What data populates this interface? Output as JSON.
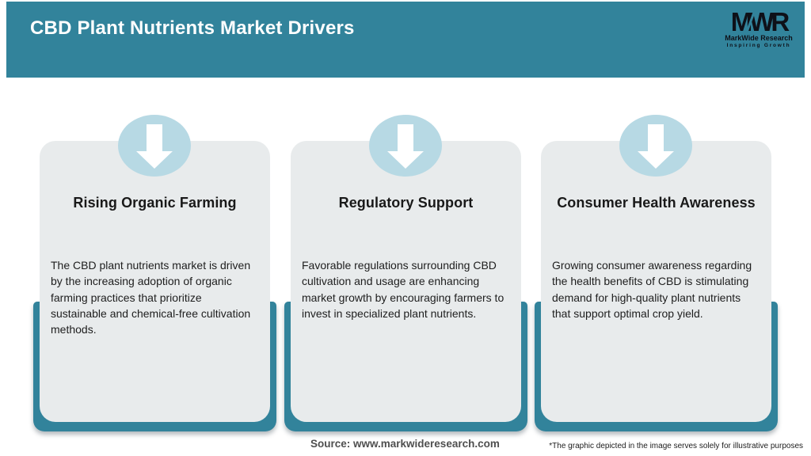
{
  "header": {
    "title": "CBD Plant Nutrients Market Drivers",
    "logo": {
      "mark": "MWR",
      "name": "MarkWide Research",
      "tagline": "Inspiring Growth"
    }
  },
  "cards": [
    {
      "icon": "arrow-down-icon",
      "title": "Rising Organic Farming",
      "body": "The CBD plant nutrients market is driven\nby the increasing adoption of organic\nfarming practices that prioritize\nsustainable and chemical-free cultivation\nmethods."
    },
    {
      "icon": "arrow-down-icon",
      "title": "Regulatory Support",
      "body": "Favorable regulations surrounding CBD\ncultivation and usage are enhancing\nmarket growth by encouraging farmers to\ninvest in specialized plant nutrients."
    },
    {
      "icon": "arrow-down-icon",
      "title": "Consumer Health Awareness",
      "body": "Growing consumer awareness regarding\nthe health benefits of CBD is stimulating\ndemand for high-quality plant nutrients\nthat support optimal crop yield."
    }
  ],
  "footer": {
    "source": "Source: www.markwideresearch.com",
    "disclaimer": "*The graphic depicted in the image serves solely for illustrative purposes"
  },
  "colors": {
    "header_teal": "#32839b",
    "card_gray": "#e8ebec",
    "circle_blue": "#b7d9e4",
    "arrow_white": "#ffffff",
    "logo_black": "#0e1018",
    "source_gray": "#4f4f4f"
  }
}
